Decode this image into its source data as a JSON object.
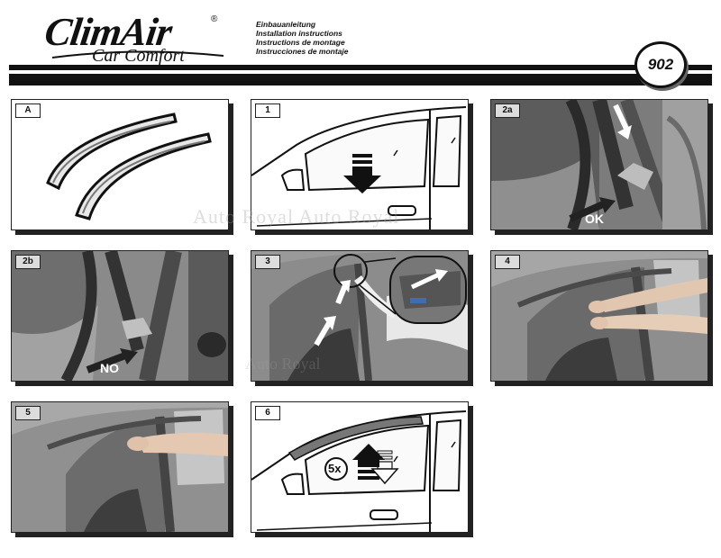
{
  "brand": {
    "name": "ClimAir",
    "tagline": "Car Comfort",
    "reg": "®"
  },
  "titles": [
    "Einbauanleitung",
    "Installation instructions",
    "Instructions de montage",
    "Instrucciones de montaje"
  ],
  "model_number": "902",
  "watermark": "Auto Royal Auto Royal",
  "watermark2": "Auto Royal",
  "panels": [
    {
      "label": "A"
    },
    {
      "label": "1"
    },
    {
      "label": "2a",
      "callout": "OK"
    },
    {
      "label": "2b",
      "callout": "NO"
    },
    {
      "label": "3"
    },
    {
      "label": "4"
    },
    {
      "label": "5"
    },
    {
      "label": "6",
      "callout": "5x"
    }
  ]
}
